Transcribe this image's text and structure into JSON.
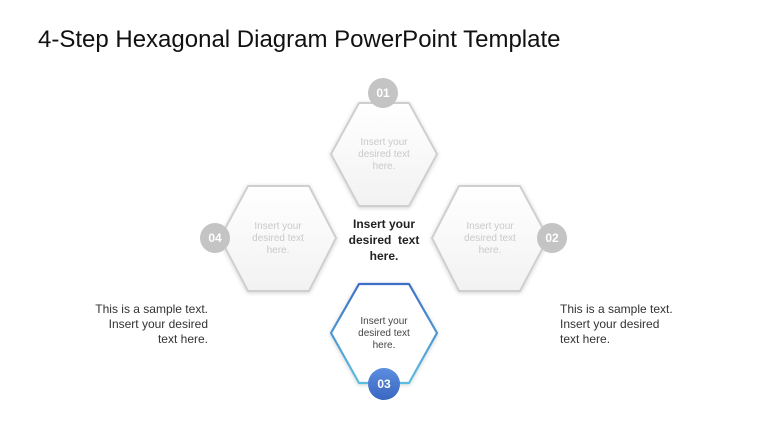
{
  "title": "4-Step Hexagonal Diagram PowerPoint Template",
  "colors": {
    "hex_inactive_stroke": "#cfcfcf",
    "hex_inactive_fill": "#f7f7f7",
    "hex_active_stroke_top": "#3d6fc4",
    "hex_active_stroke_bottom": "#5dbde0",
    "badge_inactive": "#c4c4c4",
    "badge_active": "#4a78cf"
  },
  "steps": [
    {
      "number": "01",
      "text_lines": [
        "Insert your",
        "desired text",
        "here."
      ],
      "active": false
    },
    {
      "number": "02",
      "text_lines": [
        "Insert your",
        "desired text",
        "here."
      ],
      "active": false
    },
    {
      "number": "03",
      "text_lines": [
        "Insert your",
        "desired text",
        "here."
      ],
      "active": true
    },
    {
      "number": "04",
      "text_lines": [
        "Insert your",
        "desired text",
        "here."
      ],
      "active": false
    }
  ],
  "center": {
    "lines": [
      "Insert your",
      "desired  text",
      "here."
    ]
  },
  "left_note": {
    "lines": [
      "This is a sample text.",
      "Insert your desired",
      "text here."
    ]
  },
  "right_note": {
    "lines": [
      "This is a sample text.",
      "Insert your desired",
      "text here."
    ]
  }
}
